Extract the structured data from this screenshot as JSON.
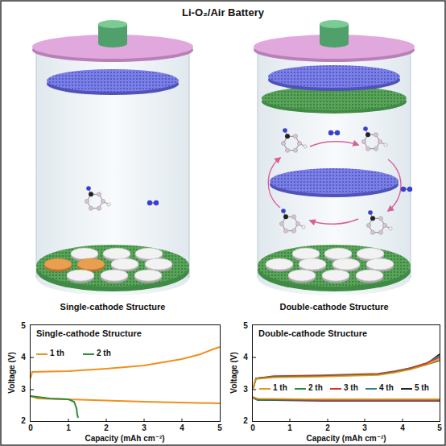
{
  "diagram": {
    "title": "Li-O₂/Air Battery",
    "nodes": [
      {
        "text": [
          "Single-cathode Structure"
        ]
      },
      {
        "text": [
          "Double-cathode Structure"
        ]
      }
    ],
    "labels": [
      "Single-cathode Structure",
      "Double-cathode Structure",
      "5",
      "4",
      "3",
      "2",
      "0",
      "1",
      "2",
      "3",
      "4",
      "5",
      "Voltage (V)",
      "Capacity (mAh cm⁻²)",
      "5",
      "4",
      "3",
      "2",
      "0",
      "1",
      "2",
      "3",
      "4",
      "5",
      "Voltage (V)",
      "Capacity (mAh cm⁻²)"
    ],
    "legend": [
      {
        "text": "1 th",
        "color": "#f0901e"
      },
      {
        "text": "2 th",
        "color": "#2e8b3a"
      },
      {
        "text": "1 th",
        "color": "#f0901e"
      },
      {
        "text": "2 th",
        "color": "#2e8b3a"
      },
      {
        "text": "3 th",
        "color": "#e0302a"
      },
      {
        "text": "4 th",
        "color": "#3a7f96"
      },
      {
        "text": "5 th",
        "color": "#222222"
      }
    ]
  }
}
